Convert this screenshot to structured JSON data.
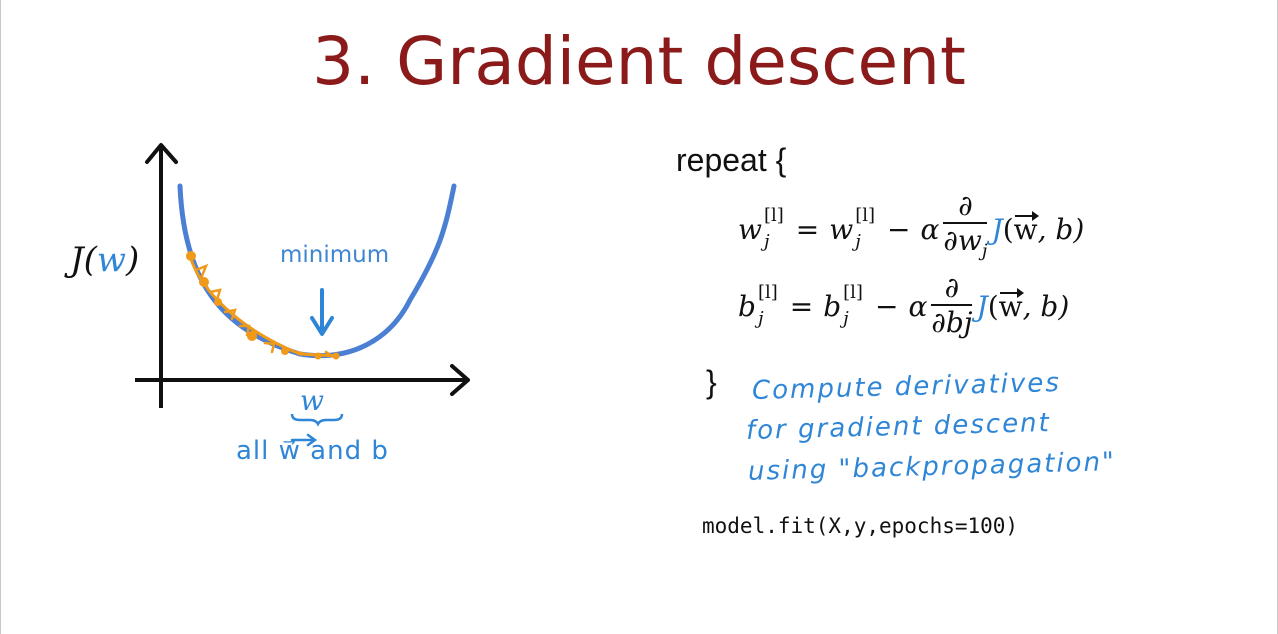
{
  "slide": {
    "title": "3. Gradient descent",
    "graph": {
      "y_label_prefix": "J(",
      "y_label_var": "w",
      "y_label_suffix": ")",
      "minimum_label": "minimum",
      "x_label": "w",
      "x_note": "all w⃗ and b",
      "colors": {
        "curve": "#4a7fd4",
        "steps": "#f09a1a",
        "axis": "#111111",
        "annotation": "#2f86d6"
      }
    },
    "algorithm": {
      "repeat_open": "repeat {",
      "close_brace": "}",
      "eq1": {
        "lhs_var": "w",
        "lhs_sup": "[l]",
        "lhs_sub": "j",
        "equals": "=",
        "rhs_var": "w",
        "rhs_sup": "[l]",
        "rhs_sub": "j",
        "minus": "−",
        "alpha": "α",
        "frac_num": "∂",
        "frac_den": "∂w",
        "frac_den_sub": "j",
        "cost": "J",
        "args_open": "(",
        "args_vec": "w",
        "args_rest": ", b)"
      },
      "eq2": {
        "lhs_var": "b",
        "lhs_sup": "[l]",
        "lhs_sub": "j",
        "equals": "=",
        "rhs_var": "b",
        "rhs_sup": "[l]",
        "rhs_sub": "j",
        "minus": "−",
        "alpha": "α",
        "frac_num": "∂",
        "frac_den": "∂bj",
        "cost": "J",
        "args_open": "(",
        "args_vec": "w",
        "args_rest": ", b)"
      },
      "note_lines": [
        "Compute derivatives",
        "for gradient descent",
        "using \"backpropagation\""
      ],
      "code": "model.fit(X,y,epochs=100)"
    }
  }
}
